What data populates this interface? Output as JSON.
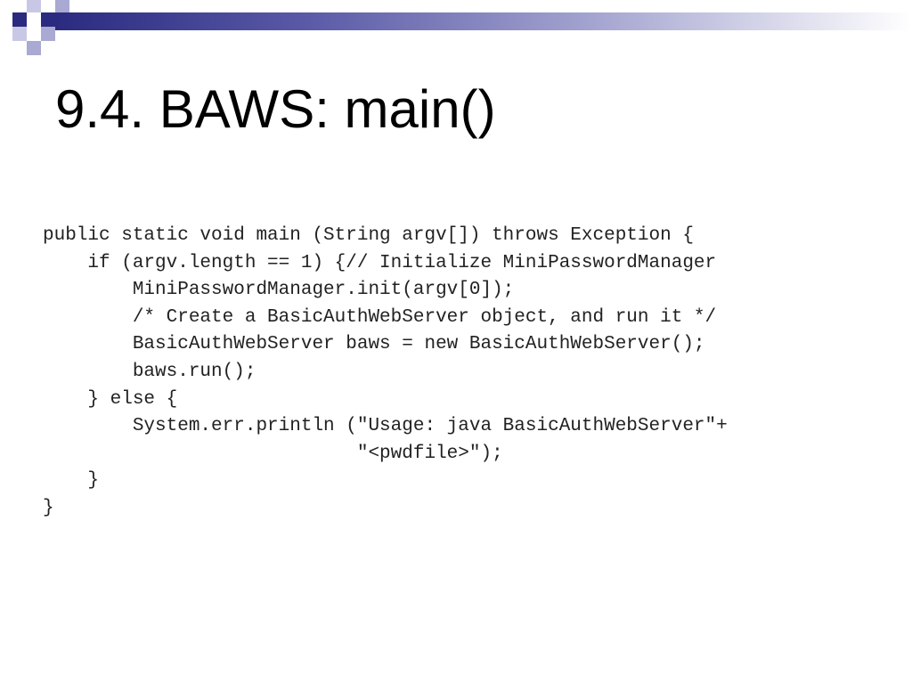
{
  "slide": {
    "title": "9.4. BAWS: main()",
    "code_lines": [
      "public static void main (String argv[]) throws Exception {",
      "    if (argv.length == 1) {// Initialize MiniPasswordManager",
      "        MiniPasswordManager.init(argv[0]);",
      "        /* Create a BasicAuthWebServer object, and run it */",
      "        BasicAuthWebServer baws = new BasicAuthWebServer();",
      "        baws.run();",
      "    } else {",
      "        System.err.println (\"Usage: java BasicAuthWebServer\"+",
      "                            \"<pwdfile>\");",
      "    }",
      "}"
    ]
  },
  "theme": {
    "dark_blue": "#2a2a80",
    "mid_blue": "#5b5ba8",
    "light_blue": "#a9a9d3",
    "pale_blue": "#c8c8e6"
  }
}
